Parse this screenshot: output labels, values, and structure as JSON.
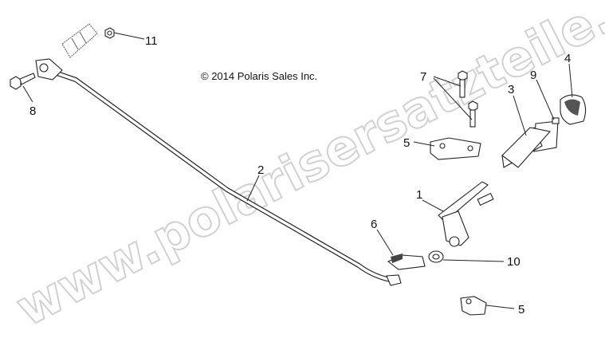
{
  "copyright": "© 2014 Polaris Sales Inc.",
  "watermark": "www.polarisersatzteile.de",
  "callouts": [
    {
      "part": "nut",
      "label": "11"
    },
    {
      "part": "bolt-left",
      "label": "8"
    },
    {
      "part": "bolts",
      "label": "7"
    },
    {
      "part": "boot",
      "label": "3"
    },
    {
      "part": "small-nut",
      "label": "9"
    },
    {
      "part": "knob",
      "label": "4"
    },
    {
      "part": "bracket-upper",
      "label": "5"
    },
    {
      "part": "rod",
      "label": "2"
    },
    {
      "part": "shifter-lever",
      "label": "1"
    },
    {
      "part": "clip",
      "label": "6"
    },
    {
      "part": "washer",
      "label": "10"
    },
    {
      "part": "bracket-lower",
      "label": "5"
    }
  ]
}
